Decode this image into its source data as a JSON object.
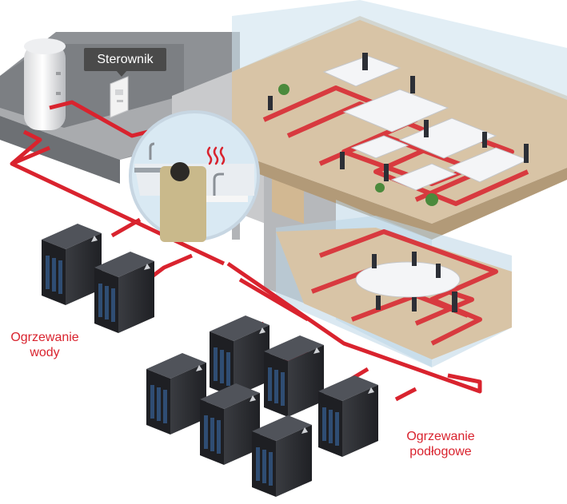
{
  "labels": {
    "controller": "Sterownik",
    "water_heating_line1": "Ogrzewanie",
    "water_heating_line2": "wody",
    "floor_heating_line1": "Ogrzewanie",
    "floor_heating_line2": "podłogowe"
  },
  "colors": {
    "pipe": "#d9232e",
    "label_red": "#d9232e",
    "tag_bg": "#4a4a4a",
    "unit_body": "#2b2d31",
    "glass": "#bcd6e6"
  },
  "icons": {
    "boiler": "hot-water-tank-icon",
    "controller": "thermostat-panel-icon",
    "heat_pump": "heat-pump-unit-icon",
    "heat_waves": "heat-waves-icon",
    "faucet": "faucet-icon"
  }
}
